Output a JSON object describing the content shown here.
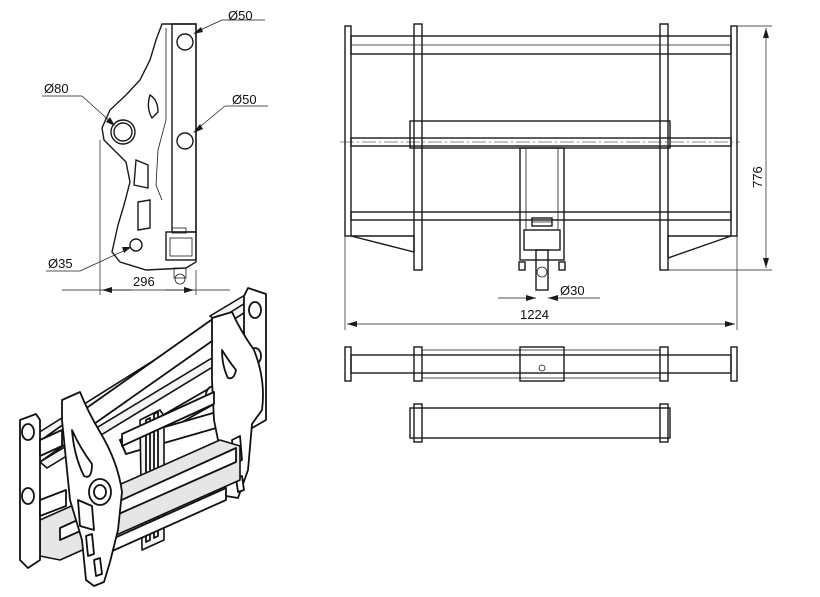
{
  "dimensions": {
    "side_hole_top": "Ø50",
    "side_hole_mid": "Ø50",
    "side_hole_pin": "Ø80",
    "side_hole_bottom": "Ø35",
    "side_width": "296",
    "front_pin": "Ø30",
    "front_width": "1224",
    "front_height": "776"
  }
}
